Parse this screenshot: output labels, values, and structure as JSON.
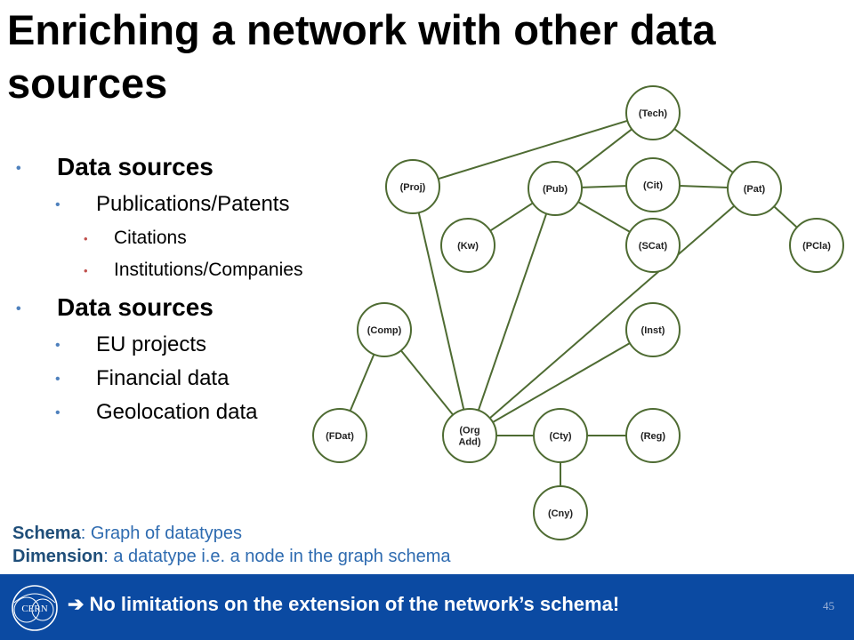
{
  "slide": {
    "title": "Enriching a network with other data sources",
    "bullets": [
      {
        "level": 1,
        "text": "Data sources"
      },
      {
        "level": 2,
        "text": "Publications/Patents"
      },
      {
        "level": 3,
        "text": "Citations"
      },
      {
        "level": 3,
        "text": "Institutions/Companies"
      },
      {
        "level": 1,
        "text": "Data sources"
      },
      {
        "level": 2,
        "text": "EU projects"
      },
      {
        "level": 2,
        "text": "Financial data"
      },
      {
        "level": 2,
        "text": "Geolocation data"
      }
    ],
    "schema_label": "Schema",
    "schema_text": ": Graph of datatypes",
    "dimension_label": "Dimension",
    "dimension_text": ": a datatype i.e. a node in the graph schema"
  },
  "graph": {
    "nodes": [
      {
        "id": "tech",
        "lines": [
          "(Tech)"
        ]
      },
      {
        "id": "proj",
        "lines": [
          "(Proj)"
        ]
      },
      {
        "id": "pub",
        "lines": [
          "(Pub)"
        ]
      },
      {
        "id": "cit",
        "lines": [
          "(Cit)"
        ]
      },
      {
        "id": "pat",
        "lines": [
          "(Pat)"
        ]
      },
      {
        "id": "kw",
        "lines": [
          "(Kw)"
        ]
      },
      {
        "id": "scat",
        "lines": [
          "(SCat)"
        ]
      },
      {
        "id": "pcla",
        "lines": [
          "(PCla)"
        ]
      },
      {
        "id": "comp",
        "lines": [
          "(Comp)"
        ]
      },
      {
        "id": "inst",
        "lines": [
          "(Inst)"
        ]
      },
      {
        "id": "fdat",
        "lines": [
          "(FDat)"
        ]
      },
      {
        "id": "orgadd",
        "lines": [
          "(Org",
          "Add)"
        ]
      },
      {
        "id": "cty",
        "lines": [
          "(Cty)"
        ]
      },
      {
        "id": "reg",
        "lines": [
          "(Reg)"
        ]
      },
      {
        "id": "cny",
        "lines": [
          "(Cny)"
        ]
      }
    ],
    "edges": [
      [
        "tech",
        "proj"
      ],
      [
        "tech",
        "pub"
      ],
      [
        "tech",
        "pat"
      ],
      [
        "pub",
        "cit"
      ],
      [
        "cit",
        "pat"
      ],
      [
        "pub",
        "kw"
      ],
      [
        "pub",
        "scat"
      ],
      [
        "pat",
        "pcla"
      ],
      [
        "proj",
        "orgadd"
      ],
      [
        "pub",
        "orgadd"
      ],
      [
        "pat",
        "orgadd"
      ],
      [
        "inst",
        "orgadd"
      ],
      [
        "comp",
        "orgadd"
      ],
      [
        "comp",
        "fdat"
      ],
      [
        "orgadd",
        "cty"
      ],
      [
        "cty",
        "reg"
      ],
      [
        "cty",
        "cny"
      ]
    ],
    "line_color": "#4e6b32"
  },
  "footer": {
    "arrow": "➔",
    "message": "No limitations on the extension of the network’s schema!",
    "page_number": "45",
    "logo_text": "CERN",
    "bg_color": "#0b4aa2"
  }
}
